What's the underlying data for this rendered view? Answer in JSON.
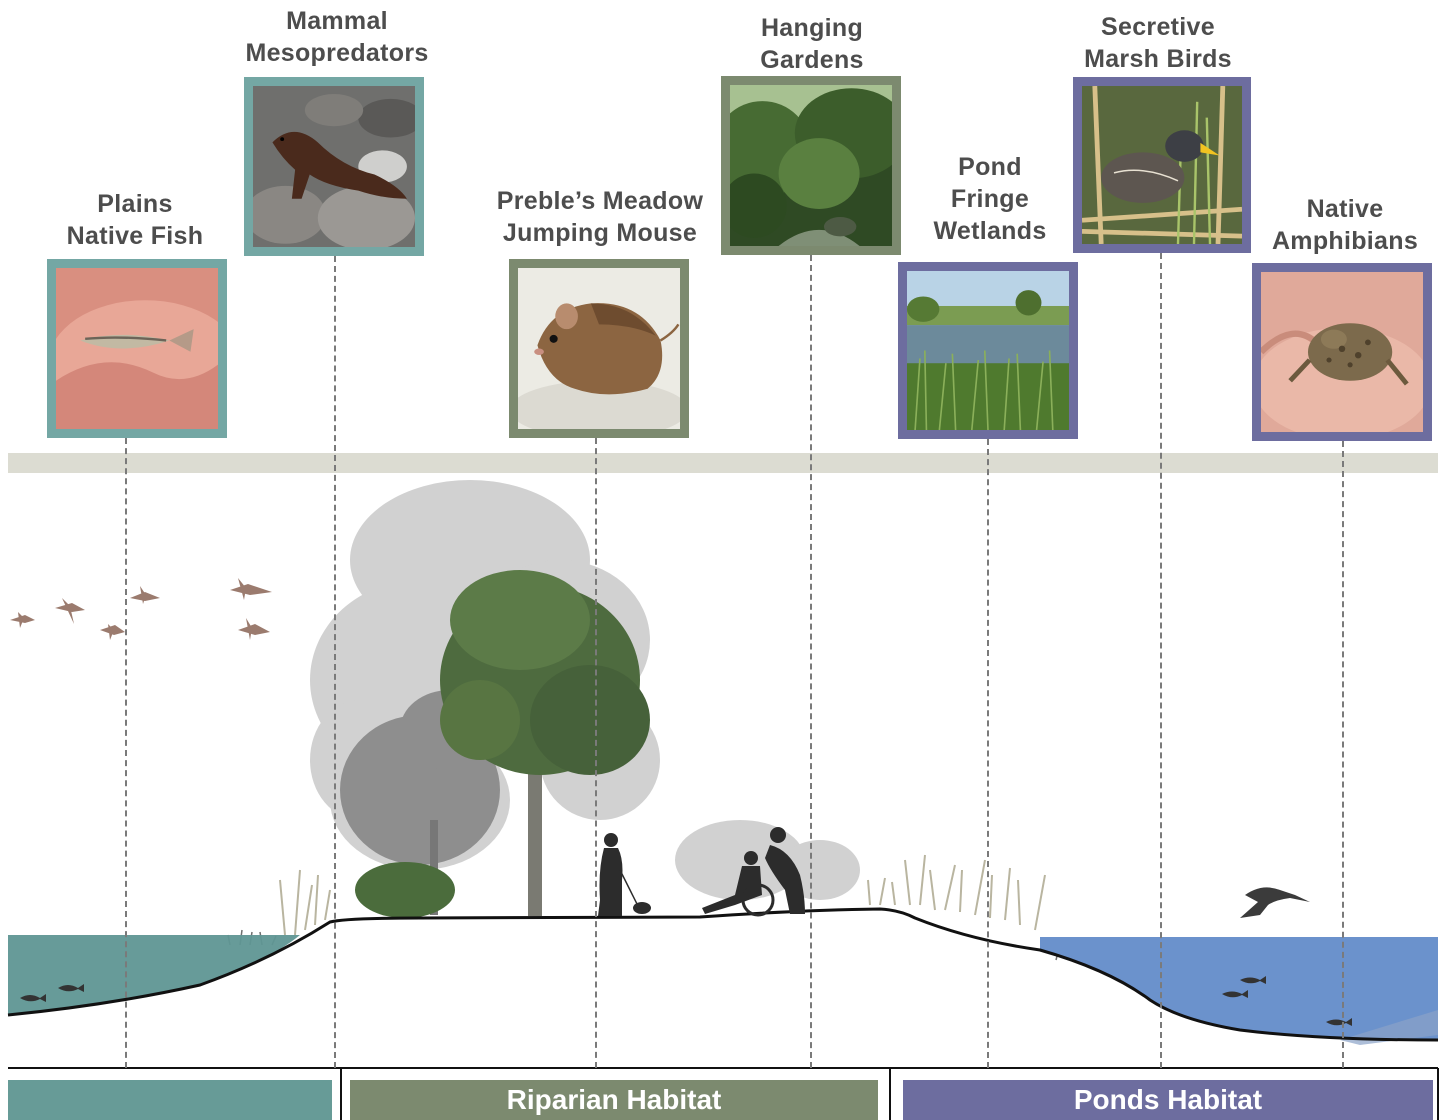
{
  "species": [
    {
      "name": "Plains Native Fish",
      "line1": "Plains",
      "line2": "Native Fish",
      "habitat": "aquatic",
      "photo": "fish-in-hand"
    },
    {
      "name": "Mammal Mesopredators",
      "line1": "Mammal",
      "line2": "Mesopredators",
      "habitat": "aquatic",
      "photo": "mink-on-rocks"
    },
    {
      "name": "Preble’s Meadow Jumping Mouse",
      "line1": "Preble’s Meadow",
      "line2": "Jumping Mouse",
      "habitat": "riparian",
      "photo": "mouse"
    },
    {
      "name": "Hanging Gardens",
      "line1": "Hanging",
      "line2": "Gardens",
      "habitat": "riparian",
      "photo": "creek-vegetation"
    },
    {
      "name": "Pond Fringe Wetlands",
      "line1": "Pond",
      "line2": "Fringe",
      "line3": "Wetlands",
      "habitat": "ponds",
      "photo": "pond-with-reeds"
    },
    {
      "name": "Secretive Marsh Birds",
      "line1": "Secretive",
      "line2": "Marsh Birds",
      "habitat": "ponds",
      "photo": "rail-bird-in-reeds"
    },
    {
      "name": "Native Amphibians",
      "line1": "Native",
      "line2": "Amphibians",
      "habitat": "ponds",
      "photo": "toad-in-hand"
    }
  ],
  "habitats": {
    "aquatic": {
      "label": "",
      "color": "#679b97"
    },
    "riparian": {
      "label": "Riparian Habitat",
      "color": "#7c8a6f"
    },
    "ponds": {
      "label": "Ponds Habitat",
      "color": "#6d6d9f"
    }
  },
  "colors": {
    "frame_teal": "#74a7a4",
    "frame_green": "#7c8a6f",
    "frame_blue": "#6d6d9f",
    "water_left": "#5f9693",
    "water_right": "#6b92cc",
    "divider_band": "#dcdcd2"
  },
  "illustration": {
    "elements": [
      "geese-flock",
      "background-trees",
      "large-tree",
      "grasses",
      "person-walking-dog",
      "person-pushing-wheelchair",
      "heron",
      "fish"
    ]
  }
}
